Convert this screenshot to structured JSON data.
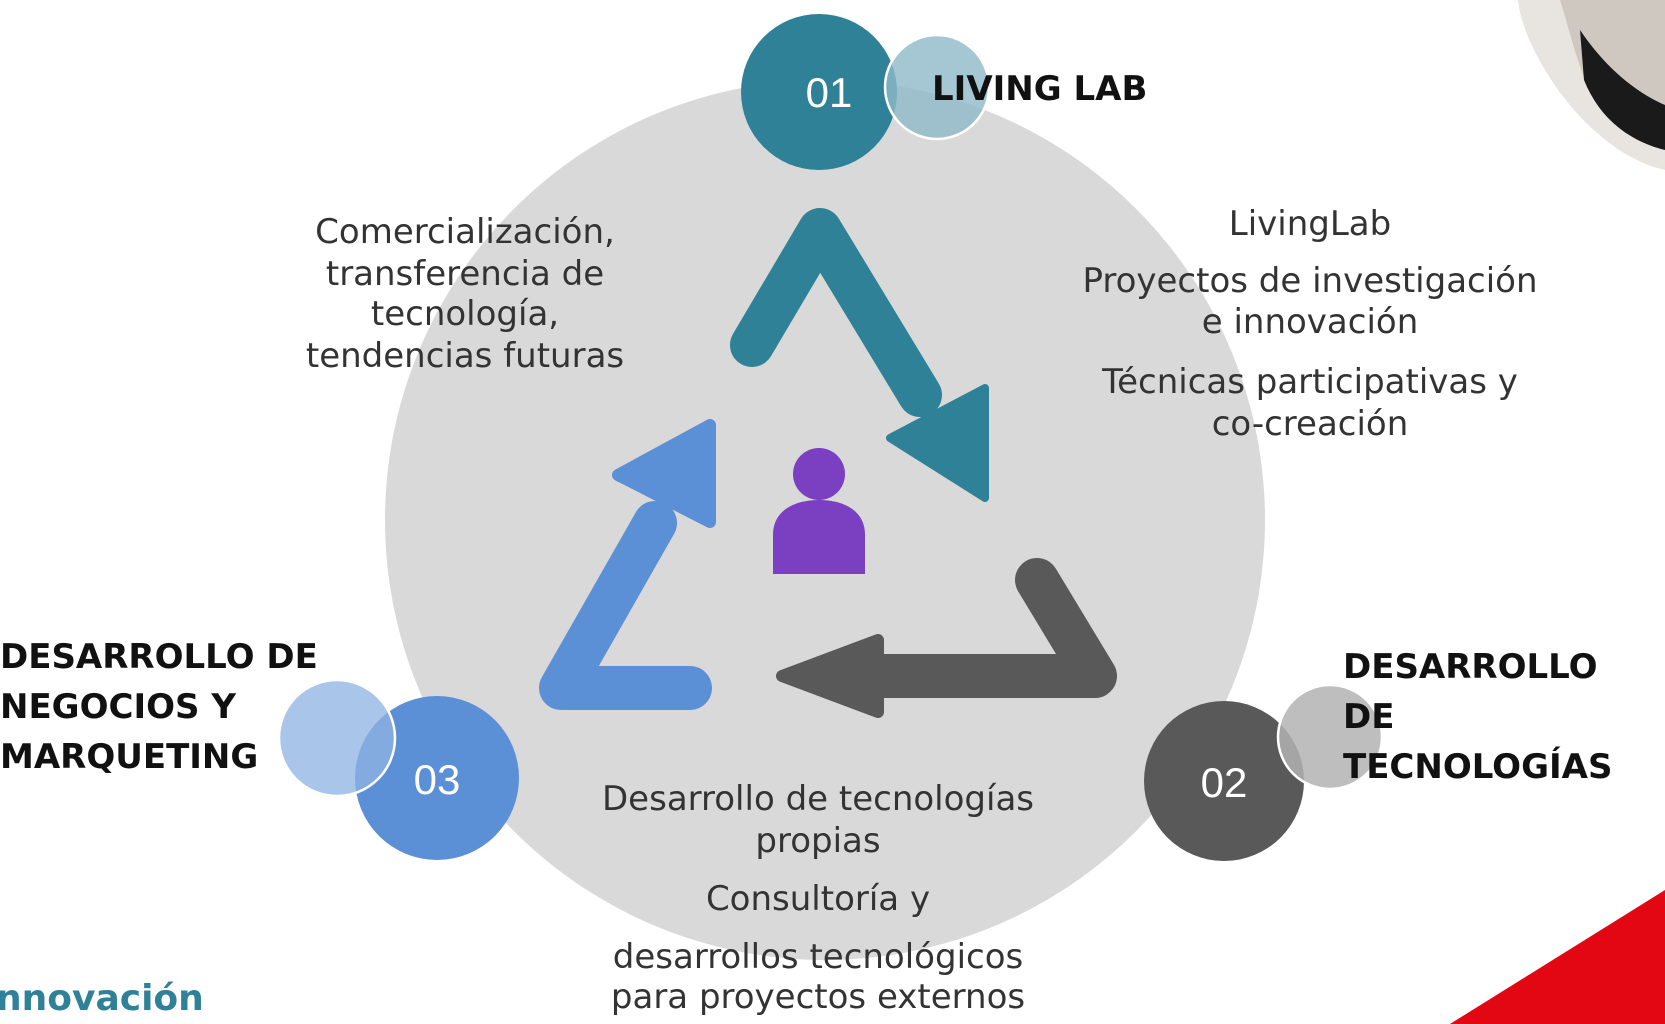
{
  "colors": {
    "center_circle": "#d9d9d9",
    "teal": "#2e8197",
    "teal_light": "#8fb9c8",
    "gray_dark": "#595959",
    "gray_light": "#b3b3b3",
    "blue": "#5b8fd6",
    "blue_light": "#a6c2ea",
    "person": "#7b3fc2",
    "red_accent": "#e30613",
    "footer_text": "#2e8197"
  },
  "icons": {
    "center": "person-icon"
  },
  "nodes": {
    "living_lab": {
      "number": "01",
      "label": "LIVING LAB"
    },
    "tecnologias": {
      "number": "02",
      "label_lines": [
        "DESARROLLO",
        "DE",
        "TECNOLOGÍAS"
      ]
    },
    "negocios": {
      "number": "03",
      "label_lines": [
        "DESARROLLO DE",
        "NEGOCIOS Y",
        "MARQUETING"
      ]
    }
  },
  "descriptions": {
    "comercializacion": [
      "Comercialización,",
      "transferencia de",
      "tecnología,",
      "tendencias futuras"
    ],
    "livinglab": [
      "LivingLab",
      "Proyectos de investigación",
      "e innovación",
      "Técnicas participativas y",
      "co-creación"
    ],
    "tecnologias": [
      "Desarrollo de tecnologías",
      "propias",
      "Consultoría y",
      "desarrollos tecnológicos",
      "para proyectos externos"
    ]
  },
  "footer": {
    "partial_text": "nnovación"
  }
}
